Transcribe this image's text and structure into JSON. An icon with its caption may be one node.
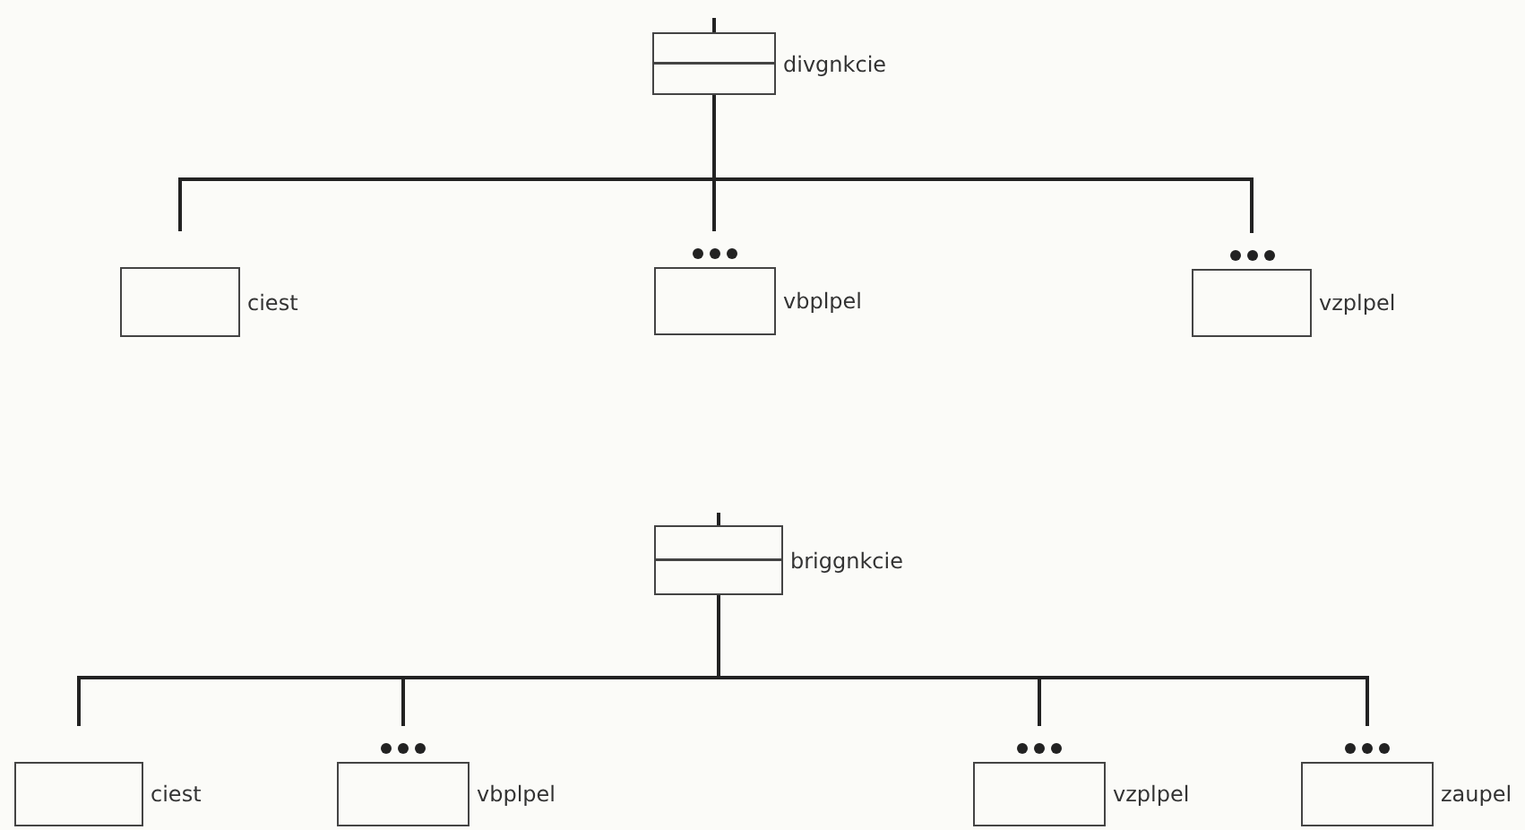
{
  "diagram": {
    "nodes": [
      {
        "text": [
          "divgnkcie"
        ]
      },
      {
        "text": [
          "ciest"
        ]
      },
      {
        "text": [
          "vbplpel"
        ]
      },
      {
        "text": [
          "vzplpel"
        ]
      },
      {
        "text": [
          "briggnkcie"
        ]
      },
      {
        "text": [
          "ciest"
        ]
      },
      {
        "text": [
          "vbplpel"
        ]
      },
      {
        "text": [
          "vzplpel"
        ]
      },
      {
        "text": [
          "zaupel"
        ]
      }
    ],
    "edges": [
      {
        "from": 0,
        "to": 1,
        "arrow": "none"
      },
      {
        "from": 0,
        "to": 2,
        "arrow": "none"
      },
      {
        "from": 0,
        "to": 3,
        "arrow": "none"
      },
      {
        "from": 4,
        "to": 5,
        "arrow": "none"
      },
      {
        "from": 4,
        "to": 6,
        "arrow": "none"
      },
      {
        "from": 4,
        "to": 7,
        "arrow": "none"
      },
      {
        "from": 4,
        "to": 8,
        "arrow": "none"
      }
    ]
  }
}
